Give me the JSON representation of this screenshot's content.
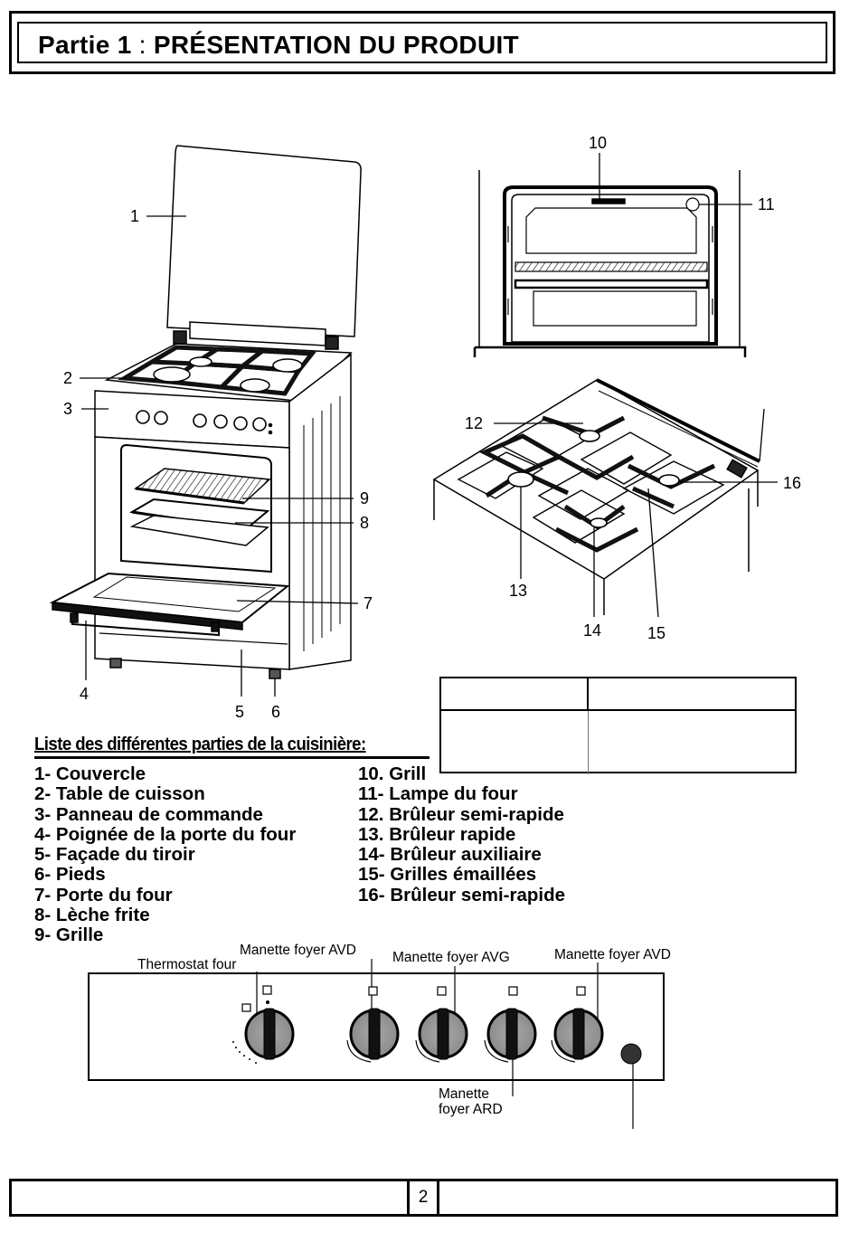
{
  "header": {
    "part": "Partie 1",
    "separator": ":",
    "title": "PRÉSENTATION DU PRODUIT"
  },
  "figures": {
    "oven_callouts": [
      "1",
      "2",
      "3",
      "9",
      "8",
      "7",
      "4",
      "5",
      "6"
    ],
    "cavity_callouts": [
      "10",
      "11"
    ],
    "hob_callouts": [
      "12",
      "16",
      "13",
      "14",
      "15"
    ]
  },
  "parts_list": {
    "heading": "Liste des différentes parties de la cuisinière:",
    "left": [
      "1- Couvercle",
      "2- Table de cuisson",
      "3- Panneau de commande",
      "4- Poignée de la porte du four",
      "5- Façade du tiroir",
      "6- Pieds",
      "7- Porte du four",
      "8- Lèche frite",
      "9- Grille"
    ],
    "right": [
      "10. Grill",
      "11- Lampe du four",
      "12. Brûleur semi-rapide",
      "13. Brûleur rapide",
      "14- Brûleur auxiliaire",
      "15- Grilles émaillées",
      "16- Brûleur semi-rapide"
    ]
  },
  "control_panel": {
    "labels": {
      "thermostat": "Thermostat four",
      "avd_1": "Manette foyer AVD",
      "avg": "Manette foyer AVG",
      "avd_2": "Manette foyer AVD",
      "ard_line1": "Manette",
      "ard_line2": "foyer ARD"
    }
  },
  "footer": {
    "page_number": "2"
  }
}
